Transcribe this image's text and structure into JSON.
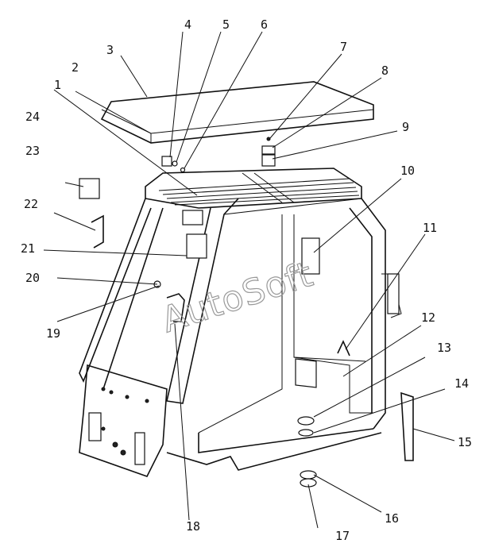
{
  "diagram": {
    "callouts": [
      "1",
      "2",
      "3",
      "4",
      "5",
      "6",
      "7",
      "8",
      "9",
      "10",
      "11",
      "12",
      "13",
      "14",
      "15",
      "16",
      "17",
      "18",
      "19",
      "20",
      "21",
      "22",
      "23",
      "24"
    ]
  },
  "watermark": {
    "text": "AutoSoft"
  }
}
